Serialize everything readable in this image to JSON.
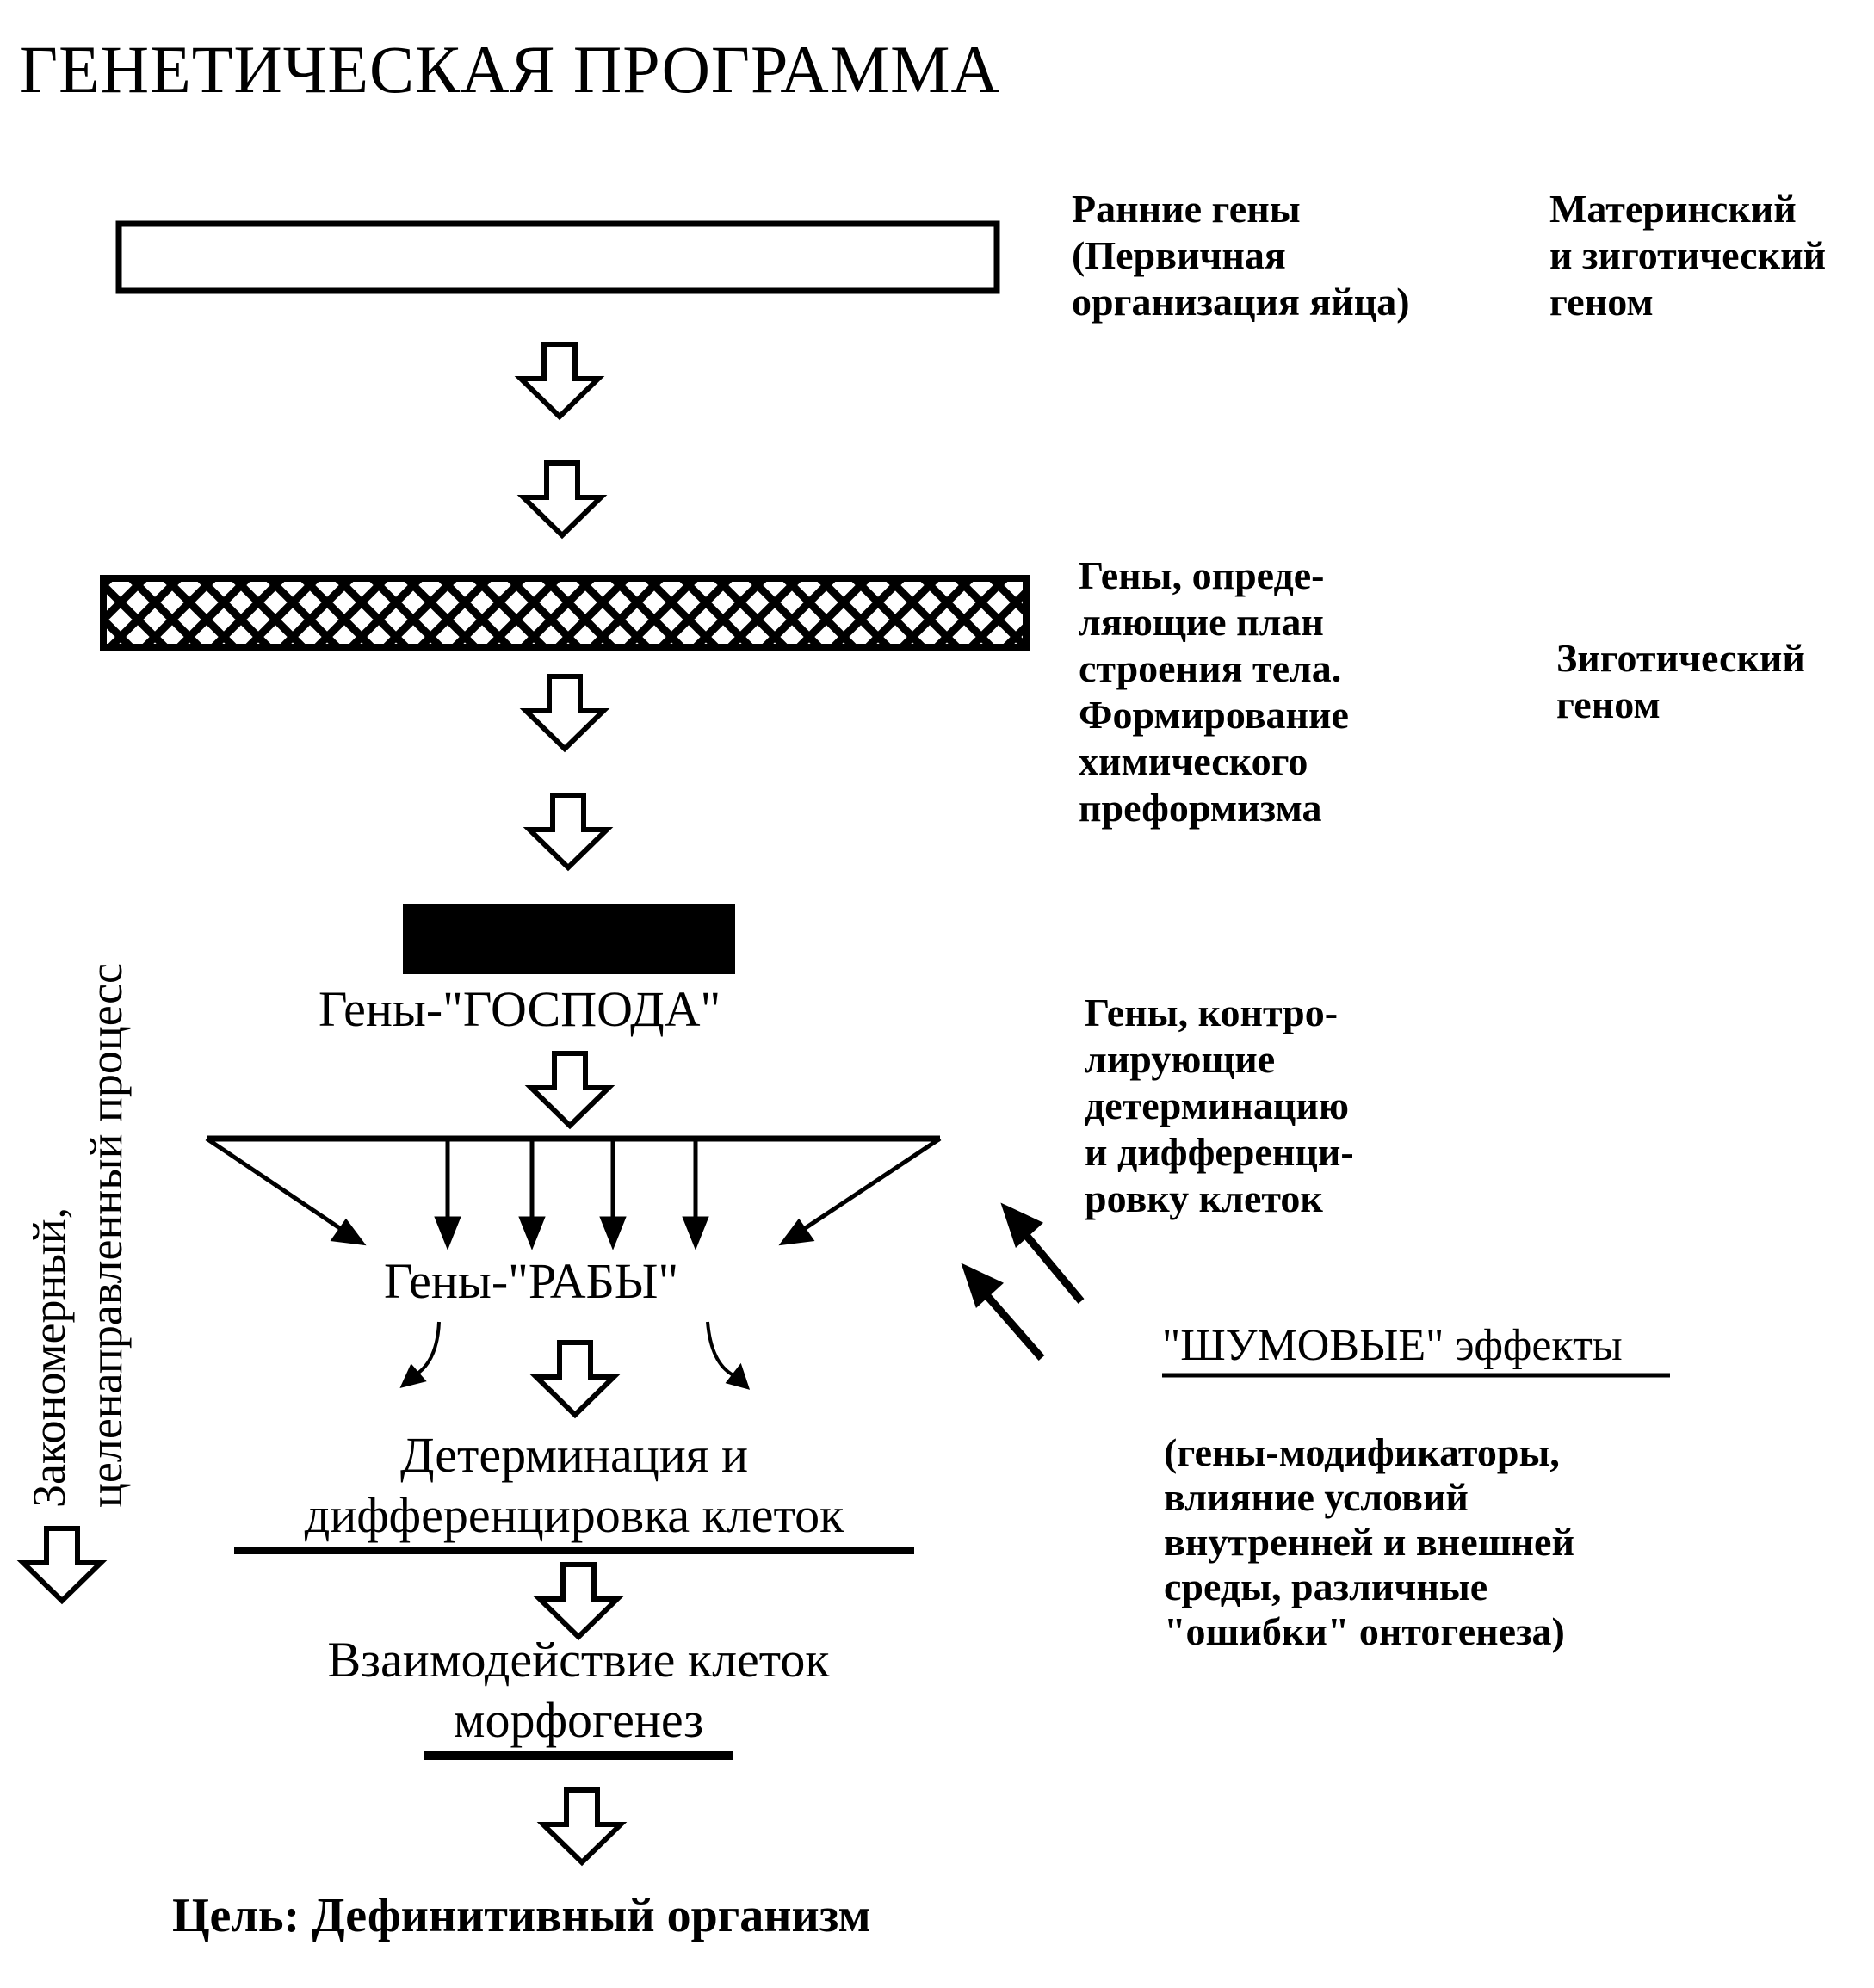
{
  "title": "ГЕНЕТИЧЕСКАЯ ПРОГРАММА",
  "early_genes": {
    "line1": "Ранние гены",
    "line2": "(Первичная",
    "line3": "организация яйца)"
  },
  "maternal_genome": {
    "line1": "Материнский",
    "line2": "и зиготический",
    "line3": "геном"
  },
  "body_plan_genes": {
    "line1": "Гены, опреде-",
    "line2": "ляющие план",
    "line3": "строения тела.",
    "line4": "Формирование",
    "line5": "химического",
    "line6": "преформизма"
  },
  "zygotic_genome": {
    "line1": "Зиготический",
    "line2": "геном"
  },
  "master_genes": "Гены-\"ГОСПОДА\"",
  "control_genes": {
    "line1": "Гены, контро-",
    "line2": "лирующие",
    "line3": "детерминацию",
    "line4": "и дифференци-",
    "line5": "ровку клеток"
  },
  "slave_genes": "Гены-\"РАБЫ\"",
  "noise": {
    "heading": "\"ШУМОВЫЕ\" эффекты",
    "line1": "(гены-модификаторы,",
    "line2": "влияние условий",
    "line3": "внутренней и внешней",
    "line4": "среды, различные",
    "line5": "\"ошибки\" онтогенеза)"
  },
  "determination": {
    "line1": "Детерминация и",
    "line2": "дифференцировка клеток"
  },
  "interaction": {
    "line1": "Взаимодействие клеток",
    "line2": "морфогенез"
  },
  "goal": "Цель: Дефинитивный организм",
  "side_label": {
    "line1": "Закономерный,",
    "line2": "целенаправленный процесс"
  }
}
